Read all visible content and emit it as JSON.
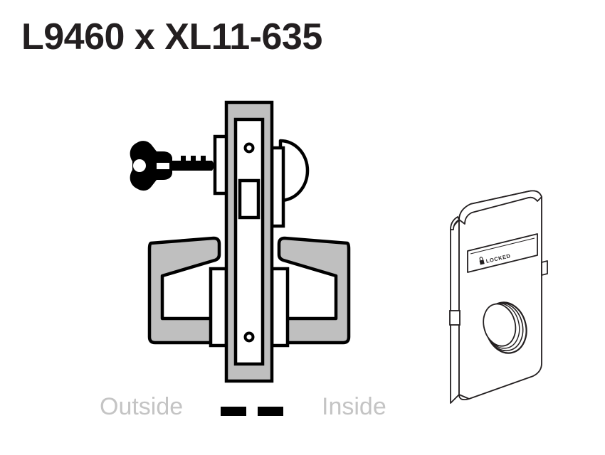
{
  "page": {
    "title": "L9460 x XL11-635",
    "background_color": "#ffffff"
  },
  "colors": {
    "title_text": "#231f20",
    "metal_fill": "#bfbfbf",
    "outline": "#000000",
    "legend_text": "#c4c4c4",
    "white_fill": "#ffffff"
  },
  "lock_figure": {
    "name": "mortise-lock-front-elevation",
    "description": "Front elevation of mortise lock with escutcheon plate, key cylinder, thumbturn and paired lever handles",
    "parts": {
      "escutcheon_plate": "escutcheon-plate",
      "inner_plate": "escutcheon-inner-plate",
      "top_screw_hole": "top-screw-hole",
      "bottom_screw_hole": "bottom-screw-hole",
      "indicator_window": "indicator-window",
      "key_cylinder": "key-cylinder",
      "thumbturn": "thumbturn-dome",
      "lever_outside": "lever-handle-outside",
      "lever_inside": "lever-handle-inside",
      "key": "key"
    }
  },
  "trim_figure": {
    "name": "xl11-indicator-trim-isometric",
    "description": "Isometric view of XL11 indicator escutcheon trim with status window and thumbturn rose",
    "indicator_text": "LOCKED",
    "indicator_icon": "padlock-icon",
    "parts": {
      "body": "trim-body",
      "status_window": "status-indicator-window",
      "thumbturn_rose": "thumbturn-rose",
      "edge_tab": "edge-tab",
      "side_tab": "side-tab"
    }
  },
  "legend": {
    "outside_label": "Outside",
    "inside_label": "Inside",
    "divider": {
      "style": "dashed",
      "dash_count": 2
    }
  }
}
